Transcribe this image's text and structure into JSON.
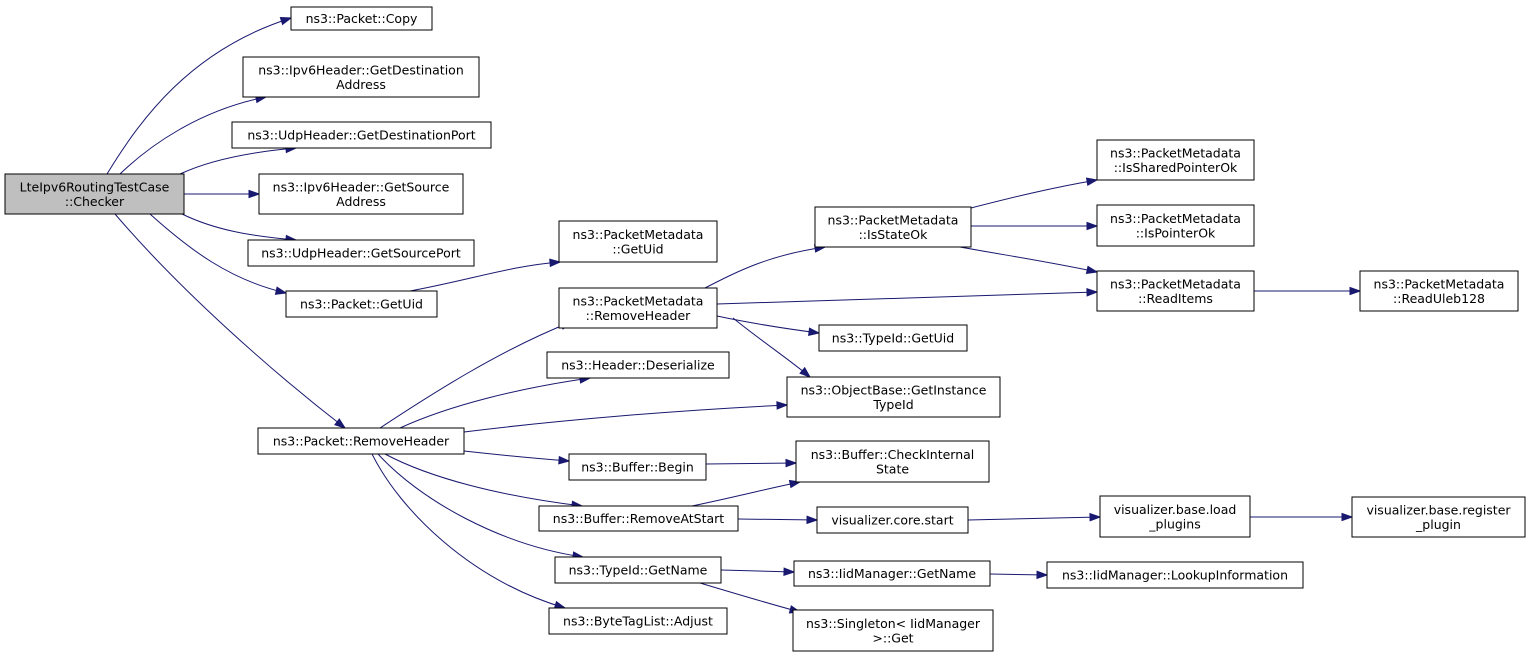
{
  "colors": {
    "edge": "#191970",
    "root_fill": "#bfbfbf",
    "node_fill": "#ffffff",
    "node_border": "#000000"
  },
  "nodes": [
    {
      "id": "root",
      "lines": [
        "LteIpv6RoutingTestCase",
        "::Checker"
      ],
      "root": true
    },
    {
      "id": "copy",
      "lines": [
        "ns3::Packet::Copy"
      ]
    },
    {
      "id": "ipv6dst",
      "lines": [
        "ns3::Ipv6Header::GetDestination",
        "Address"
      ]
    },
    {
      "id": "udpdst",
      "lines": [
        "ns3::UdpHeader::GetDestinationPort"
      ]
    },
    {
      "id": "ipv6src",
      "lines": [
        "ns3::Ipv6Header::GetSource",
        "Address"
      ]
    },
    {
      "id": "udpsrc",
      "lines": [
        "ns3::UdpHeader::GetSourcePort"
      ]
    },
    {
      "id": "pktuid",
      "lines": [
        "ns3::Packet::GetUid"
      ]
    },
    {
      "id": "pktrmh",
      "lines": [
        "ns3::Packet::RemoveHeader"
      ]
    },
    {
      "id": "pmuid",
      "lines": [
        "ns3::PacketMetadata",
        "::GetUid"
      ]
    },
    {
      "id": "pmrmh",
      "lines": [
        "ns3::PacketMetadata",
        "::RemoveHeader"
      ]
    },
    {
      "id": "hdrdes",
      "lines": [
        "ns3::Header::Deserialize"
      ]
    },
    {
      "id": "bufbeg",
      "lines": [
        "ns3::Buffer::Begin"
      ]
    },
    {
      "id": "bufrm",
      "lines": [
        "ns3::Buffer::RemoveAtStart"
      ]
    },
    {
      "id": "tidname",
      "lines": [
        "ns3::TypeId::GetName"
      ]
    },
    {
      "id": "btladj",
      "lines": [
        "ns3::ByteTagList::Adjust"
      ]
    },
    {
      "id": "pmstate",
      "lines": [
        "ns3::PacketMetadata",
        "::IsStateOk"
      ]
    },
    {
      "id": "tiduid",
      "lines": [
        "ns3::TypeId::GetUid"
      ]
    },
    {
      "id": "obtid",
      "lines": [
        "ns3::ObjectBase::GetInstance",
        "TypeId"
      ]
    },
    {
      "id": "bufchk",
      "lines": [
        "ns3::Buffer::CheckInternal",
        "State"
      ]
    },
    {
      "id": "viscore",
      "lines": [
        "visualizer.core.start"
      ]
    },
    {
      "id": "iidname",
      "lines": [
        "ns3::IidManager::GetName"
      ]
    },
    {
      "id": "singget",
      "lines": [
        "ns3::Singleton< IidManager",
        ">::Get"
      ]
    },
    {
      "id": "pmshared",
      "lines": [
        "ns3::PacketMetadata",
        "::IsSharedPointerOk"
      ]
    },
    {
      "id": "pmptr",
      "lines": [
        "ns3::PacketMetadata",
        "::IsPointerOk"
      ]
    },
    {
      "id": "pmread",
      "lines": [
        "ns3::PacketMetadata",
        "::ReadItems"
      ]
    },
    {
      "id": "visload",
      "lines": [
        "visualizer.base.load",
        "_plugins"
      ]
    },
    {
      "id": "iidlookup",
      "lines": [
        "ns3::IidManager::LookupInformation"
      ]
    },
    {
      "id": "pmuleb",
      "lines": [
        "ns3::PacketMetadata",
        "::ReadUleb128"
      ]
    },
    {
      "id": "visreg",
      "lines": [
        "visualizer.base.register",
        "_plugin"
      ]
    }
  ],
  "edges": [
    [
      "root",
      "copy"
    ],
    [
      "root",
      "ipv6dst"
    ],
    [
      "root",
      "udpdst"
    ],
    [
      "root",
      "ipv6src"
    ],
    [
      "root",
      "udpsrc"
    ],
    [
      "root",
      "pktuid"
    ],
    [
      "root",
      "pktrmh"
    ],
    [
      "pktuid",
      "pmuid"
    ],
    [
      "pktrmh",
      "pmrmh"
    ],
    [
      "pktrmh",
      "hdrdes"
    ],
    [
      "pktrmh",
      "obtid"
    ],
    [
      "pktrmh",
      "bufbeg"
    ],
    [
      "pktrmh",
      "bufrm"
    ],
    [
      "pktrmh",
      "tidname"
    ],
    [
      "pktrmh",
      "btladj"
    ],
    [
      "pmrmh",
      "pmstate"
    ],
    [
      "pmrmh",
      "pmread"
    ],
    [
      "pmrmh",
      "tiduid"
    ],
    [
      "pmrmh",
      "obtid"
    ],
    [
      "pmstate",
      "pmshared"
    ],
    [
      "pmstate",
      "pmptr"
    ],
    [
      "pmstate",
      "pmread"
    ],
    [
      "pmread",
      "pmuleb"
    ],
    [
      "bufbeg",
      "bufchk"
    ],
    [
      "bufrm",
      "bufchk"
    ],
    [
      "bufrm",
      "viscore"
    ],
    [
      "viscore",
      "visload"
    ],
    [
      "visload",
      "visreg"
    ],
    [
      "tidname",
      "iidname"
    ],
    [
      "tidname",
      "singget"
    ],
    [
      "iidname",
      "iidlookup"
    ]
  ]
}
